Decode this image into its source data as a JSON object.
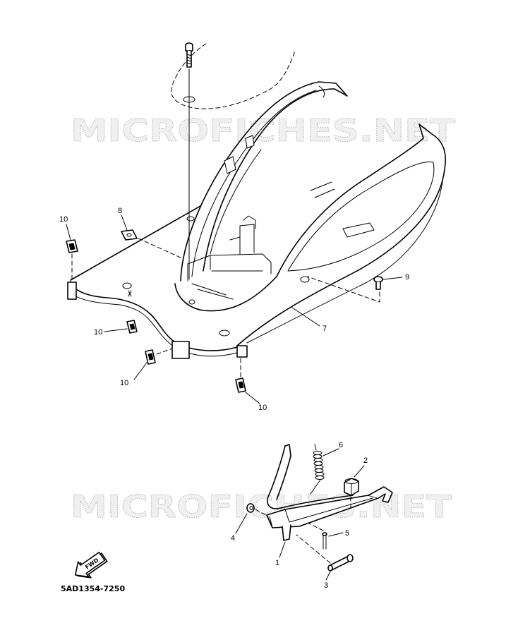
{
  "watermark": {
    "text": "MICROFICHES.NET"
  },
  "part_code": "5AD1354-7250",
  "fwd_label": "FWD",
  "callouts": {
    "floor_panel": [
      "10",
      "8",
      "9",
      "7",
      "10",
      "10",
      "10"
    ],
    "stand": [
      "6",
      "2",
      "4",
      "5",
      "1",
      "3"
    ]
  },
  "icons": {
    "direction": "fwd-arrow-icon"
  },
  "colors": {
    "line": "#000000",
    "background": "#ffffff",
    "watermark_fill": "#f0f0f0",
    "watermark_stroke": "#b9b9b9"
  }
}
